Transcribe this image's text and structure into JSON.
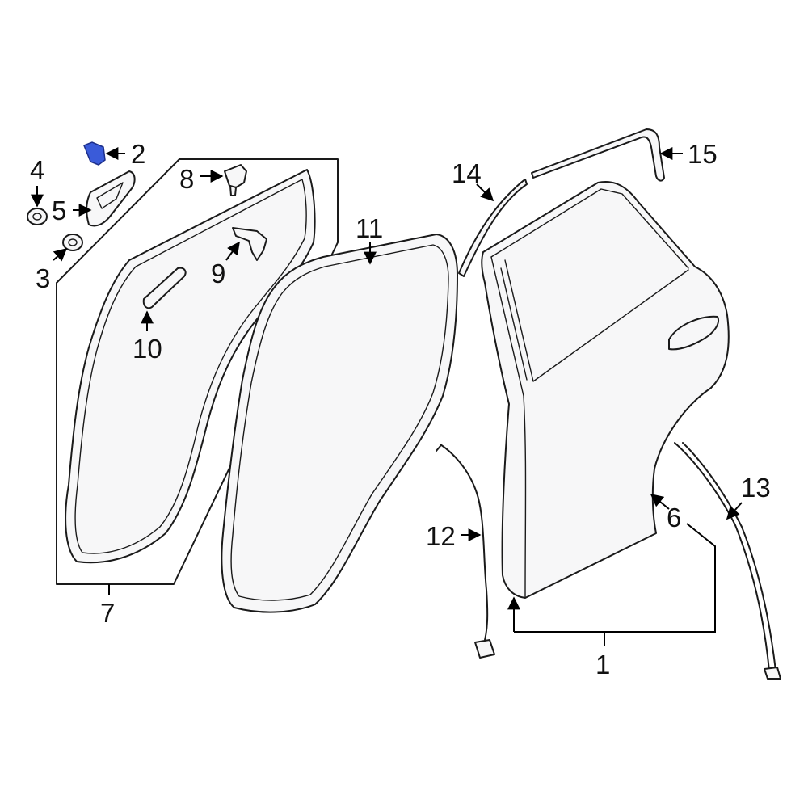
{
  "diagram": {
    "highlight_color": "#3a5bd9",
    "callouts": [
      {
        "id": "1",
        "text": "1"
      },
      {
        "id": "2",
        "text": "2"
      },
      {
        "id": "3",
        "text": "3"
      },
      {
        "id": "4",
        "text": "4"
      },
      {
        "id": "5",
        "text": "5"
      },
      {
        "id": "6",
        "text": "6"
      },
      {
        "id": "7",
        "text": "7"
      },
      {
        "id": "8",
        "text": "8"
      },
      {
        "id": "9",
        "text": "9"
      },
      {
        "id": "10",
        "text": "10"
      },
      {
        "id": "11",
        "text": "11"
      },
      {
        "id": "12",
        "text": "12"
      },
      {
        "id": "13",
        "text": "13"
      },
      {
        "id": "14",
        "text": "14"
      },
      {
        "id": "15",
        "text": "15"
      }
    ]
  }
}
